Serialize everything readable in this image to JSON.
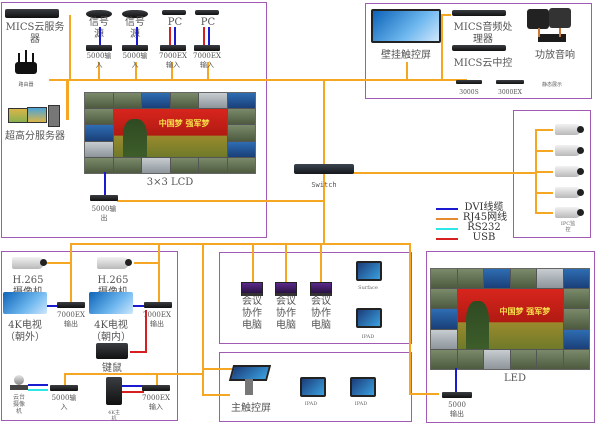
{
  "legend": [
    {
      "label": "DVI线缆",
      "color": "#1a1ad1"
    },
    {
      "label": "RJ45网线",
      "color": "#e58a2e"
    },
    {
      "label": "RS232",
      "color": "#2ee6e6"
    },
    {
      "label": "USB",
      "color": "#d61f1f"
    }
  ],
  "colors": {
    "box_border": "#a25bb5",
    "network": "#f5a623",
    "dvi": "#1a1ad1",
    "usb": "#d61f1f",
    "rs232": "#2ee6e6"
  },
  "top_left": {
    "cloud_server": "MICS云服务\n器",
    "router": "路由器",
    "hires_server": "超高分服务器",
    "sources": [
      {
        "device": "信号\n源",
        "encoder": "5000输\n入"
      },
      {
        "device": "信号\n源",
        "encoder": "5000输\n入"
      },
      {
        "device": "PC",
        "encoder": "7000EX\n输入"
      },
      {
        "device": "PC",
        "encoder": "7000EX\n输入"
      }
    ],
    "lcd_wall": {
      "label": "3×3 LCD",
      "banner": "中国梦  强军梦"
    },
    "lcd_output": "5000输\n出"
  },
  "top_right": {
    "wall_touch": "壁挂触控屏",
    "audio_processor": "MICS音频处\n理器",
    "cloud_controller": "MICS云中控",
    "amplifier": "功放音响",
    "box_3000s": "3000S",
    "box_3000ex": "3000EX",
    "static_display": "静态展示"
  },
  "switch": {
    "label": "Switch"
  },
  "ipc": {
    "label": "IPC监\n控",
    "count": 5
  },
  "bottom_left": {
    "cam1": "H.265\n摄像机",
    "cam2": "H.265\n摄像机",
    "tv1": "4K电视\n（朝外）",
    "tv2": "4K电视\n（朝内）",
    "out1": "7000EX\n输出",
    "out2": "7000EX\n输出",
    "kvm": "键鼠",
    "ptz": "云台\n摄像\n机",
    "in5000": "5000输\n入",
    "host4k": "4K主\n机",
    "in7000": "7000EX\n输入"
  },
  "collab": {
    "pcs": [
      "会议\n协作\n电脑",
      "会议\n协作\n电脑",
      "会议\n协作\n电脑"
    ],
    "surface": "Surface",
    "ipad": "IPAD"
  },
  "touch": {
    "main": "主触控屏",
    "ipad1": "IPAD",
    "ipad2": "IPAD"
  },
  "led": {
    "label": "LED",
    "banner": "中国梦  强军梦",
    "output": "5000\n输出"
  }
}
